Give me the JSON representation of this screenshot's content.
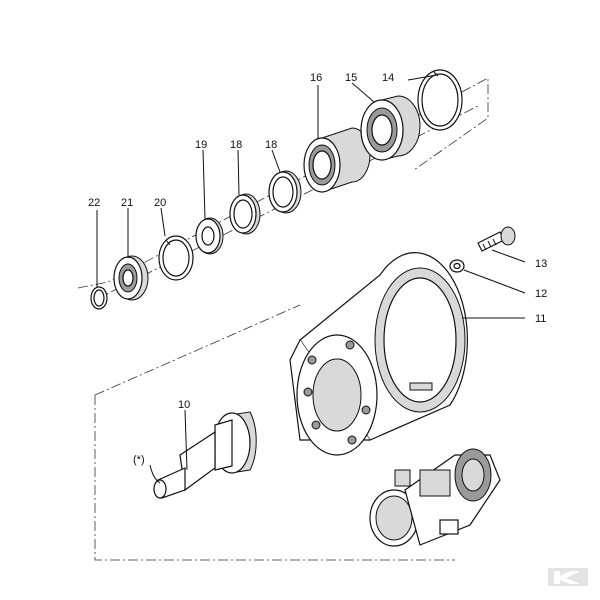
{
  "labels": {
    "p10": "10",
    "p11": "11",
    "p12": "12",
    "p13": "13",
    "p14": "14",
    "p15": "15",
    "p16": "16",
    "p18a": "18",
    "p18b": "18",
    "p19": "19",
    "p20": "20",
    "p21": "21",
    "p22": "22",
    "note": "(*)"
  },
  "colors": {
    "line": "#111111",
    "shade": "#d9d9d9",
    "logo": "#e3e3e3"
  }
}
